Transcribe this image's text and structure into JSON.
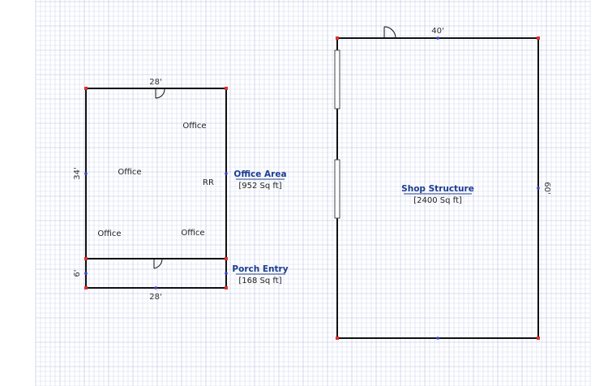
{
  "colors": {
    "grid_minor": "#d6daf0",
    "grid_major": "#b7bce0",
    "wall": "#111111",
    "corner": "#e03030",
    "mid_marker": "#3344cc",
    "area_title": "#1a3d8f"
  },
  "plan": {
    "office": {
      "dim_top": "28'",
      "dim_bottom": "28'",
      "dim_left_office": "34'",
      "dim_left_porch": "6'",
      "rooms": [
        "Office",
        "Office",
        "Office",
        "Office"
      ],
      "restroom": "RR",
      "area_title": "Office Area",
      "area_size": "[952 Sq ft]",
      "porch_title": "Porch Entry",
      "porch_size": "[168 Sq ft]"
    },
    "shop": {
      "dim_top": "40'",
      "dim_right": "60'",
      "area_title": "Shop Structure",
      "area_size": "[2400 Sq ft]"
    }
  }
}
